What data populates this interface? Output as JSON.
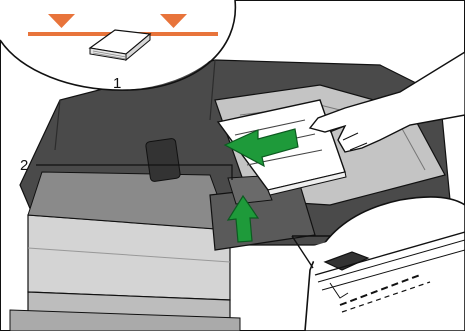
{
  "figure": {
    "callouts": [
      {
        "number": "1",
        "part": "original-stack-guide-marks"
      },
      {
        "number": "2",
        "part": "document-guide-lever"
      }
    ],
    "colors": {
      "body_dark": "#4a4a4a",
      "body_mid": "#777777",
      "body_light": "#b8b8b8",
      "panel_gray": "#c4c4c4",
      "arrow_green": "#1e9a3a",
      "guide_orange": "#e8743b",
      "paper": "#ffffff",
      "outline": "#111111"
    },
    "icons": [
      "left-arrow-icon",
      "up-arrow-icon",
      "hand-icon",
      "paper-stack-icon"
    ]
  }
}
